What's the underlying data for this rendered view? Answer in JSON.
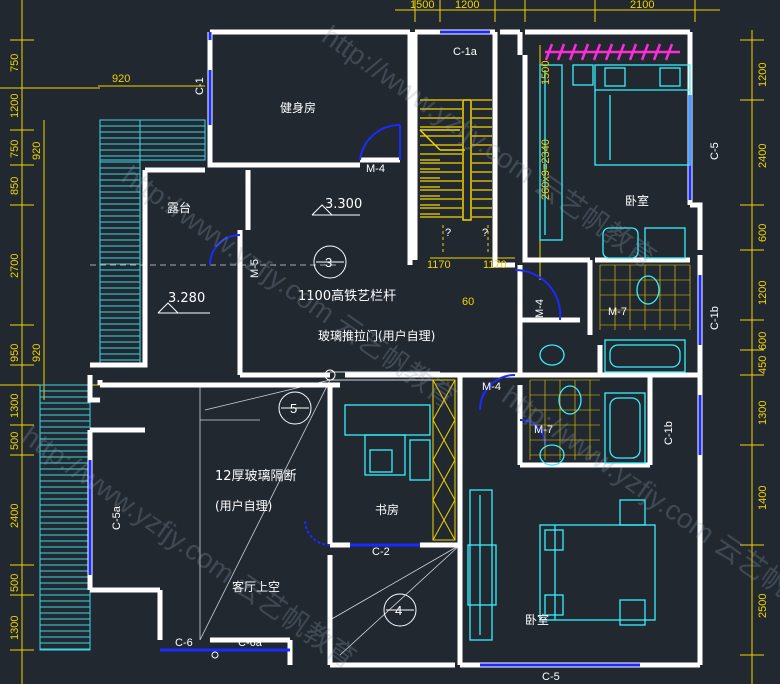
{
  "rooms": {
    "gym": "健身房",
    "terrace": "露台",
    "bedroom_top": "卧室",
    "bedroom_bottom": "卧室",
    "study": "书房",
    "void": "客厅上空"
  },
  "annotations": {
    "railing": "1100高铁艺栏杆",
    "sliding_door": "玻璃推拉门(用户自理)",
    "glass_partition": "12厚玻璃隔断",
    "glass_partition_note": "(用户自理)",
    "stair_formula": "260x9=2340"
  },
  "levels": {
    "main": "3.300",
    "terrace": "3.280"
  },
  "tags": {
    "c1a": "C-1a",
    "c1_left": "C-1",
    "c5_right": "C-5",
    "c5_bottom": "C-5",
    "c5a": "C-5a",
    "c1b_top": "C-1b",
    "c1b_bottom": "C-1b",
    "c2": "C-2",
    "c6": "C-6",
    "c6a": "C-6a",
    "m4_gym": "M-4",
    "m4_bath_top": "M-4",
    "m4_bath_bottom": "M-4",
    "m5": "M-5",
    "m7_top": "M-7",
    "m7_bottom": "M-7"
  },
  "circles": {
    "c3": "3",
    "c4": "4",
    "c5": "5"
  },
  "stair": {
    "width_left": "1170",
    "width_right": "1170",
    "landing": "60",
    "q1": "?",
    "q2": "?"
  },
  "dims_left": [
    "750",
    "1200",
    "750",
    "850",
    "2700",
    "950",
    "920",
    "1300",
    "500",
    "2400",
    "500",
    "1300"
  ],
  "dims_left2": [
    "920"
  ],
  "dims_right": [
    "1200",
    "2400",
    "600",
    "1200",
    "600",
    "450",
    "1300",
    "1400",
    "2500"
  ],
  "dims_top": [
    "1500",
    "1200",
    "2100",
    "920"
  ],
  "dims_top_right": "1500",
  "watermark": "http://www.yzfjy.com 云艺帆教育",
  "colors": {
    "background": "#212830",
    "wall": "#ffffff",
    "window": "#1a2bff",
    "door_arc": "#1a2bff",
    "furniture": "#36f0ff",
    "dimension": "#f2d400",
    "hatch": "#3ad7e8",
    "closet": "#ff2bd8"
  }
}
